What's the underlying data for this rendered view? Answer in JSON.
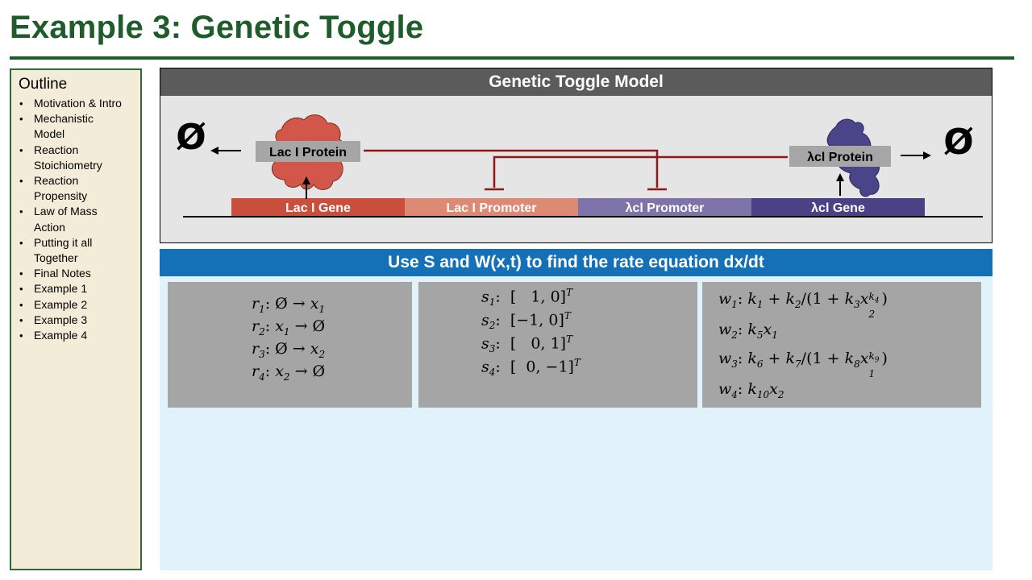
{
  "slide": {
    "title": "Example 3:  Genetic Toggle"
  },
  "outline": {
    "title": "Outline",
    "items": [
      [
        "Motivation & Intro"
      ],
      [
        "Mechanistic",
        "Model"
      ],
      [
        "Reaction",
        "Stoichiometry"
      ],
      [
        "Reaction",
        "Propensity"
      ],
      [
        "Law of Mass",
        "Action"
      ],
      [
        "Putting it all",
        "Together"
      ],
      [
        "Final Notes"
      ],
      [
        "Example 1"
      ],
      [
        "Example 2"
      ],
      [
        "Example 3"
      ],
      [
        "Example 4"
      ]
    ]
  },
  "model": {
    "title": "Genetic Toggle Model",
    "null_symbol": "Ø",
    "lac_protein": "Lac I Protein",
    "lambda_protein": "λcl Protein",
    "dna": [
      {
        "label": "Lac I Gene",
        "color": "#c94f3c"
      },
      {
        "label": "Lac I Promoter",
        "color": "#dc8a74"
      },
      {
        "label": "λcl Promoter",
        "color": "#7f74a9"
      },
      {
        "label": "λcl Gene",
        "color": "#4a4285"
      }
    ],
    "repression_color": "#8b1a1a",
    "lac_color": "#d2574a",
    "lambda_color": "#4a4488"
  },
  "equations": {
    "banner": "Use S and W(x,t) to find the rate equation dx/dt",
    "reactions": [
      {
        "sym": "r",
        "idx": "1",
        "text": ":  Ø → ",
        "var": "x",
        "vidx": "1",
        "tail": ""
      },
      {
        "sym": "r",
        "idx": "2",
        "text": ":  ",
        "var": "x",
        "vidx": "1",
        "tail": " → Ø"
      },
      {
        "sym": "r",
        "idx": "3",
        "text": ":  Ø → ",
        "var": "x",
        "vidx": "2",
        "tail": ""
      },
      {
        "sym": "r",
        "idx": "4",
        "text": ":  ",
        "var": "x",
        "vidx": "2",
        "tail": " → Ø"
      }
    ],
    "stoichiometry": [
      {
        "sym": "s",
        "idx": "1",
        "vec": ":  [   1, 0]",
        "sup": "T"
      },
      {
        "sym": "s",
        "idx": "2",
        "vec": ":  [−1, 0]",
        "sup": "T"
      },
      {
        "sym": "s",
        "idx": "3",
        "vec": ":  [   0, 1]",
        "sup": "T"
      },
      {
        "sym": "s",
        "idx": "4",
        "vec": ":  [  0, −1]",
        "sup": "T"
      }
    ],
    "propensities": [
      {
        "sym": "w",
        "idx": "1"
      },
      {
        "sym": "w",
        "idx": "2"
      },
      {
        "sym": "w",
        "idx": "3"
      },
      {
        "sym": "w",
        "idx": "4"
      }
    ],
    "colors": {
      "banner": "#1471b7",
      "area": "#e2f2fb",
      "box": "#a5a5a5"
    }
  }
}
